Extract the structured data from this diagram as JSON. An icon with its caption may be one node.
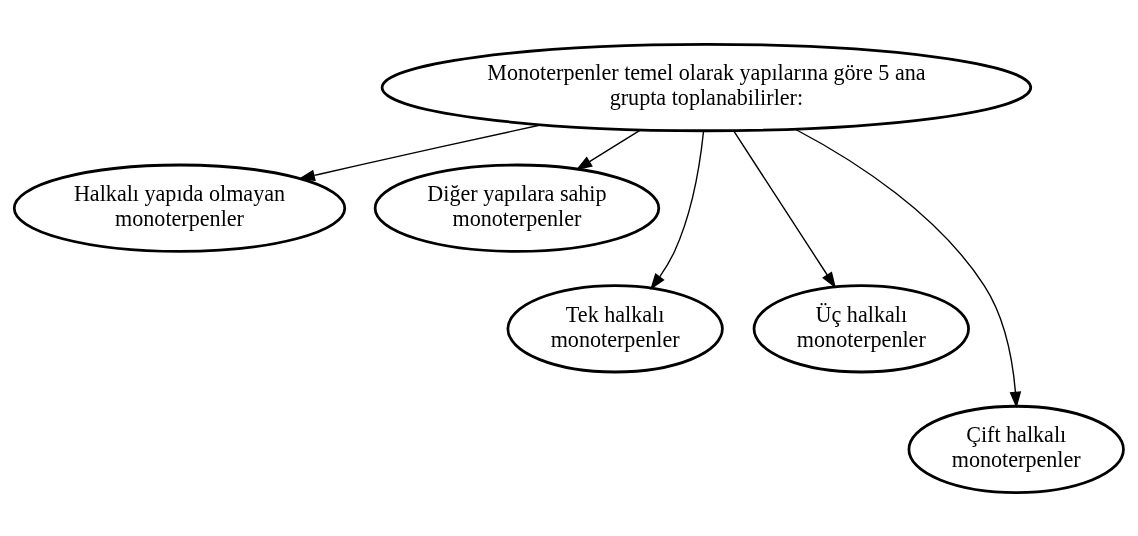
{
  "diagram": {
    "nodes": [
      {
        "text": [
          "Monoterpenler temel olarak yapılarına göre 5 ana grupta toplanabilirler:"
        ]
      },
      {
        "text": [
          "Halkalı yapıda olmayan monoterpenler"
        ]
      },
      {
        "text": [
          "Diğer yapılara sahip monoterpenler"
        ]
      },
      {
        "text": [
          "Tek halkalı monoterpenler"
        ]
      },
      {
        "text": [
          "Üç halkalı monoterpenler"
        ]
      },
      {
        "text": [
          "Çift halkalı monoterpenler"
        ]
      }
    ],
    "edges": [
      {
        "from": 0,
        "to": 1,
        "arrow": "to"
      },
      {
        "from": 0,
        "to": 3,
        "arrow": "to"
      },
      {
        "from": 0,
        "to": 5,
        "arrow": "to"
      },
      {
        "from": 0,
        "to": 4,
        "arrow": "to"
      },
      {
        "from": 0,
        "to": 2,
        "arrow": "to"
      }
    ]
  }
}
